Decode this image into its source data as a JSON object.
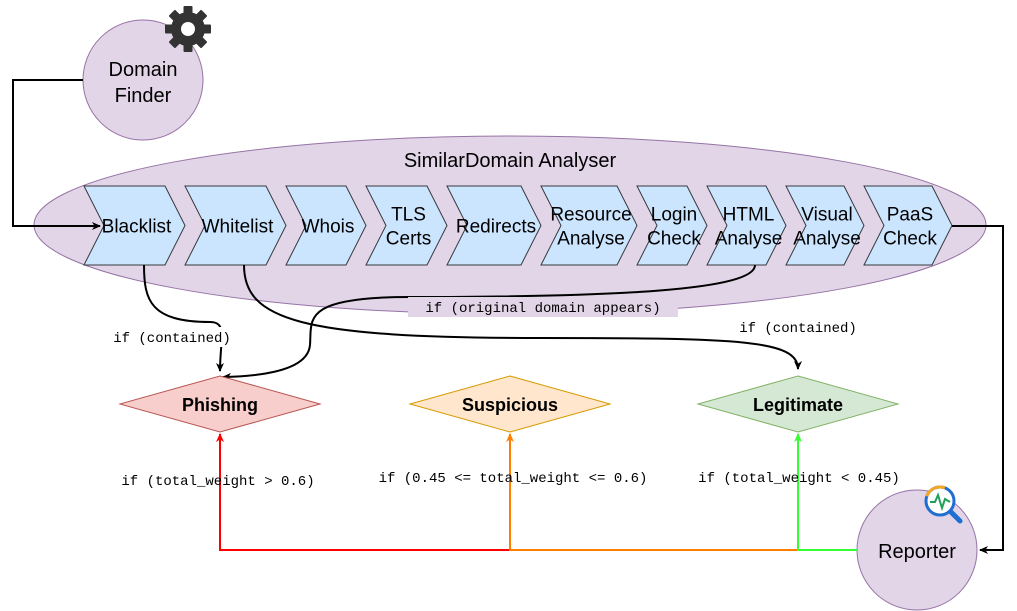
{
  "nodes": {
    "domain_finder": {
      "line1": "Domain",
      "line2": "Finder"
    },
    "analyser_title": "SimilarDomain Analyser",
    "reporter": "Reporter"
  },
  "pipeline_steps": [
    {
      "lines": [
        "Blacklist"
      ]
    },
    {
      "lines": [
        "Whitelist"
      ]
    },
    {
      "lines": [
        "Whois"
      ]
    },
    {
      "lines": [
        "TLS",
        "Certs"
      ]
    },
    {
      "lines": [
        "Redirects"
      ]
    },
    {
      "lines": [
        "Resource",
        "Analyse"
      ]
    },
    {
      "lines": [
        "Login",
        "Check"
      ]
    },
    {
      "lines": [
        "HTML",
        "Analyse"
      ]
    },
    {
      "lines": [
        "Visual",
        "Analyse"
      ]
    },
    {
      "lines": [
        "PaaS",
        "Check"
      ]
    }
  ],
  "verdicts": {
    "phishing": "Phishing",
    "suspicious": "Suspicious",
    "legitimate": "Legitimate"
  },
  "edge_labels": {
    "blacklist_contained": "if (contained)",
    "original_domain": "if (original domain appears)",
    "whitelist_contained": "if (contained)",
    "weight_high": "if (total_weight > 0.6)",
    "weight_mid": "if (0.45 <= total_weight <= 0.6)",
    "weight_low": "if (total_weight < 0.45)"
  },
  "icons": {
    "domain_finder": "gear-icon",
    "reporter": "magnifier-chart-icon"
  },
  "colors": {
    "ellipse_fill": "#e1d5e7",
    "ellipse_stroke": "#9673a6",
    "step_fill": "#cce5ff",
    "step_stroke": "#36393d",
    "phishing_fill": "#f8cecc",
    "phishing_stroke": "#b85450",
    "suspicious_fill": "#ffe6cc",
    "suspicious_stroke": "#d79b00",
    "legitimate_fill": "#d5e8d4",
    "legitimate_stroke": "#82b366",
    "edge_red": "#ff0000",
    "edge_orange": "#ff8000",
    "edge_green": "#33ff33",
    "edge_black": "#000000"
  }
}
